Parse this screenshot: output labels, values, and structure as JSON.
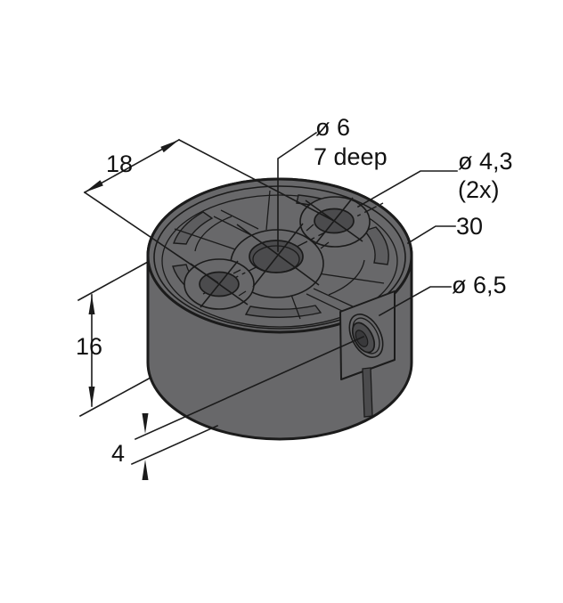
{
  "figure": {
    "kind": "technical-dimension-drawing",
    "subject": "cylindrical mounting block, isometric view",
    "colors": {
      "background": "#ffffff",
      "part": "#68686a",
      "part_shadow": "#5d5d5f",
      "hole": "#4b4b4d",
      "hole_deep": "#39393b",
      "line": "#1b1b1b",
      "text": "#111111"
    },
    "dimensions": {
      "center_hole": {
        "line1": "ø 6",
        "line2": "7 deep"
      },
      "mount_holes": {
        "line1": "ø 4,3",
        "line2": "(2x)"
      },
      "outer_diameter": {
        "label": "30"
      },
      "side_hole": {
        "label": "ø 6,5"
      },
      "hole_spacing": {
        "label": "18"
      },
      "height": {
        "label": "16"
      },
      "side_hole_offset": {
        "label": "4"
      }
    }
  }
}
